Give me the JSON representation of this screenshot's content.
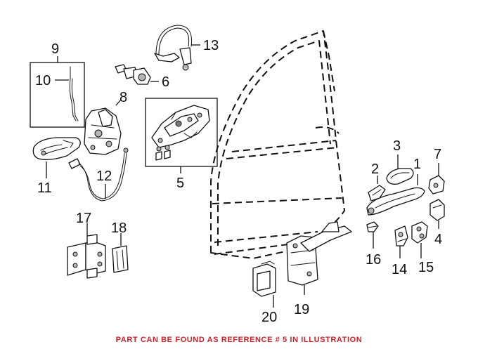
{
  "callouts": {
    "c1": "1",
    "c2": "2",
    "c3": "3",
    "c4": "4",
    "c5": "5",
    "c6": "6",
    "c7": "7",
    "c8": "8",
    "c9": "9",
    "c10": "10",
    "c11": "11",
    "c12": "12",
    "c13": "13",
    "c14": "14",
    "c15": "15",
    "c16": "16",
    "c17": "17",
    "c18": "18",
    "c19": "19",
    "c20": "20"
  },
  "footer_note": "PART CAN BE FOUND AS REFERENCE # 5 IN ILLUSTRATION",
  "colors": {
    "footer": "#d0202a",
    "ink": "#111111",
    "shade": "#b5b5b5"
  }
}
